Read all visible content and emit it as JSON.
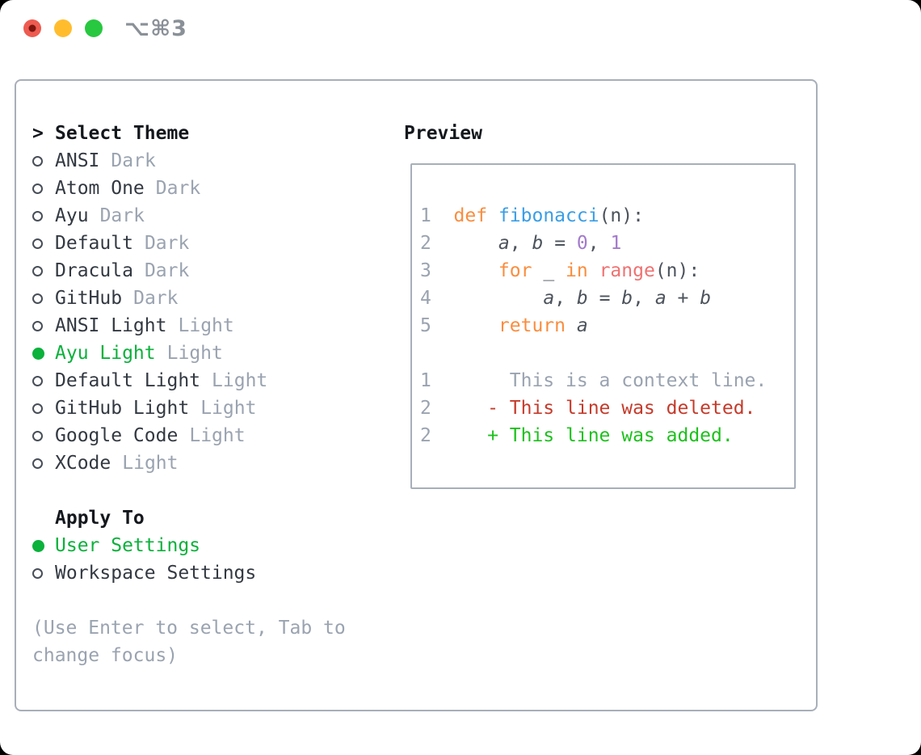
{
  "window": {
    "titlebar": {
      "shortcut_label": "⌥⌘3",
      "shortcut_color": "#8A9097",
      "traffic_lights": [
        {
          "name": "close",
          "color": "#EE5B50",
          "inner_dot": "#7E150F"
        },
        {
          "name": "minimize",
          "color": "#FFBD2E",
          "inner_dot": null
        },
        {
          "name": "zoom",
          "color": "#28C840",
          "inner_dot": null
        }
      ]
    }
  },
  "colors": {
    "text_primary": "#14181D",
    "text_item": "#333942",
    "text_muted": "#9AA3B0",
    "green_selected": "#0AB13B",
    "border": "#A7AFB9"
  },
  "theme_panel": {
    "header": {
      "marker": ">",
      "label": "Select Theme"
    },
    "themes": [
      {
        "name": "ANSI",
        "variant": "Dark",
        "selected": false
      },
      {
        "name": "Atom One",
        "variant": "Dark",
        "selected": false
      },
      {
        "name": "Ayu",
        "variant": "Dark",
        "selected": false
      },
      {
        "name": "Default",
        "variant": "Dark",
        "selected": false
      },
      {
        "name": "Dracula",
        "variant": "Dark",
        "selected": false
      },
      {
        "name": "GitHub",
        "variant": "Dark",
        "selected": false
      },
      {
        "name": "ANSI Light",
        "variant": "Light",
        "selected": false
      },
      {
        "name": "Ayu Light",
        "variant": "Light",
        "selected": true
      },
      {
        "name": "Default Light",
        "variant": "Light",
        "selected": false
      },
      {
        "name": "GitHub Light",
        "variant": "Light",
        "selected": false
      },
      {
        "name": "Google Code",
        "variant": "Light",
        "selected": false
      },
      {
        "name": "XCode",
        "variant": "Light",
        "selected": false
      }
    ],
    "apply_to": {
      "label": "Apply To",
      "options": [
        {
          "name": "User Settings",
          "selected": true
        },
        {
          "name": "Workspace Settings",
          "selected": false
        }
      ]
    },
    "hint": "(Use Enter to select, Tab to change focus)"
  },
  "preview": {
    "title": "Preview",
    "syntax_colors": {
      "keyword": "#FA8D3E",
      "function": "#399EE6",
      "number": "#A37ACC",
      "call": "#F07171",
      "plain": "#4C535C",
      "variable": "#4C535C",
      "context": "#9AA3B0",
      "deleted": "#C43B2B",
      "added": "#1DC11D",
      "line_number": "#9AA3B0"
    },
    "code_lines": [
      {
        "ln": "1",
        "tokens": [
          {
            "t": "def",
            "c": "keyword"
          },
          {
            "t": " ",
            "c": "plain"
          },
          {
            "t": "fibonacci",
            "c": "function"
          },
          {
            "t": "(n):",
            "c": "plain"
          }
        ]
      },
      {
        "ln": "2",
        "tokens": [
          {
            "t": "    ",
            "c": "plain"
          },
          {
            "t": "a",
            "c": "variable"
          },
          {
            "t": ", ",
            "c": "plain"
          },
          {
            "t": "b",
            "c": "variable"
          },
          {
            "t": " = ",
            "c": "plain"
          },
          {
            "t": "0",
            "c": "number"
          },
          {
            "t": ", ",
            "c": "plain"
          },
          {
            "t": "1",
            "c": "number"
          }
        ]
      },
      {
        "ln": "3",
        "tokens": [
          {
            "t": "    ",
            "c": "plain"
          },
          {
            "t": "for",
            "c": "keyword"
          },
          {
            "t": " _ ",
            "c": "plain"
          },
          {
            "t": "in",
            "c": "keyword"
          },
          {
            "t": " ",
            "c": "plain"
          },
          {
            "t": "range",
            "c": "call"
          },
          {
            "t": "(n):",
            "c": "plain"
          }
        ]
      },
      {
        "ln": "4",
        "tokens": [
          {
            "t": "        ",
            "c": "plain"
          },
          {
            "t": "a",
            "c": "variable"
          },
          {
            "t": ", ",
            "c": "plain"
          },
          {
            "t": "b",
            "c": "variable"
          },
          {
            "t": " = ",
            "c": "plain"
          },
          {
            "t": "b",
            "c": "variable"
          },
          {
            "t": ", ",
            "c": "plain"
          },
          {
            "t": "a",
            "c": "variable"
          },
          {
            "t": " + ",
            "c": "plain"
          },
          {
            "t": "b",
            "c": "variable"
          }
        ]
      },
      {
        "ln": "5",
        "tokens": [
          {
            "t": "    ",
            "c": "plain"
          },
          {
            "t": "return",
            "c": "keyword"
          },
          {
            "t": " ",
            "c": "plain"
          },
          {
            "t": "a",
            "c": "variable"
          }
        ]
      },
      {
        "ln": "",
        "tokens": []
      },
      {
        "ln": "1",
        "tokens": [
          {
            "t": "     This is a context line.",
            "c": "context"
          }
        ]
      },
      {
        "ln": "2",
        "tokens": [
          {
            "t": "   - This line was deleted.",
            "c": "deleted"
          }
        ]
      },
      {
        "ln": "2",
        "tokens": [
          {
            "t": "   + This line was added.",
            "c": "added"
          }
        ]
      }
    ]
  }
}
